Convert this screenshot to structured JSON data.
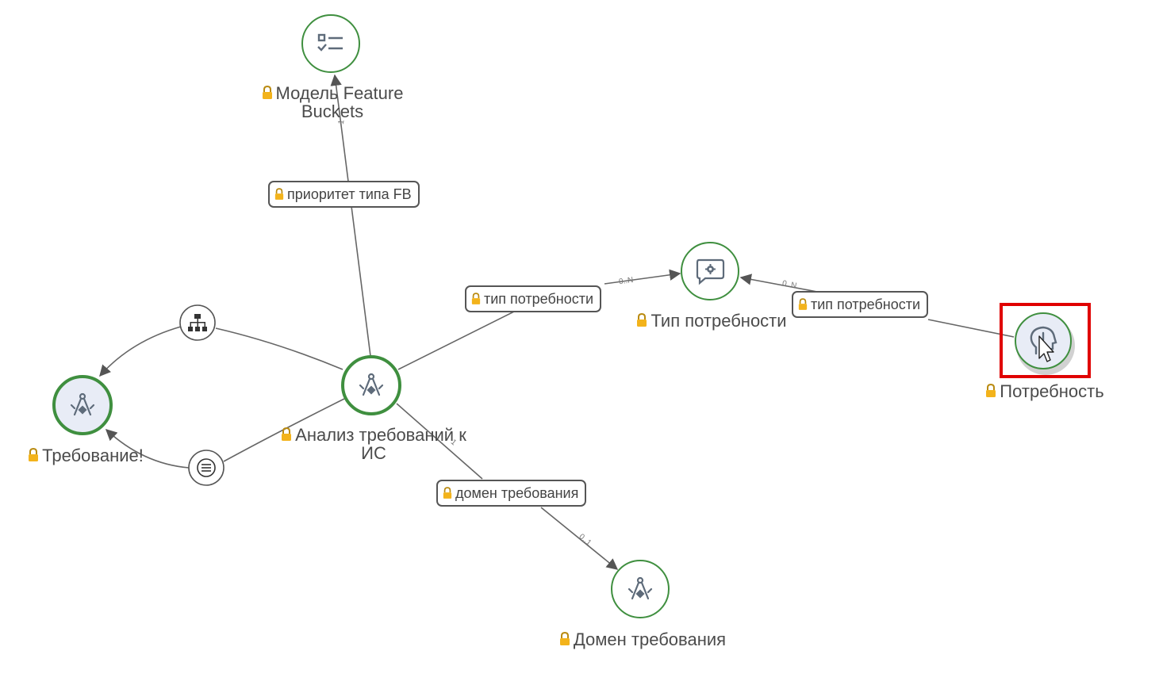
{
  "colors": {
    "node_border": "#3f8f3f",
    "node_fill": "#ffffff",
    "node_fill_selected": "#e8ecf6",
    "icon": "#5e6b7a",
    "edge": "#666666",
    "lock": "#f3b31b",
    "selection": "#e00000"
  },
  "nodes": {
    "model_fb": {
      "label_line1": "Модель Feature",
      "label_line2": "Buckets",
      "icon": "checklist-icon"
    },
    "analysis": {
      "label_line1": "Анализ требований к",
      "label_line2": "ИС",
      "icon": "compass-icon"
    },
    "requirement": {
      "label": "Требование!",
      "icon": "compass-icon"
    },
    "need_type": {
      "label": "Тип потребности",
      "icon": "chat-gear-icon"
    },
    "need": {
      "label": "Потребность",
      "icon": "head-icon"
    },
    "req_domain": {
      "label": "Домен требования",
      "icon": "compass-icon"
    },
    "hierarchy": {
      "icon": "hierarchy-icon"
    },
    "list": {
      "icon": "list-icon"
    }
  },
  "edges": {
    "priority_fb": {
      "label": "приоритет типа FB",
      "cardinality": "1"
    },
    "need_type_left": {
      "label": "тип потребности",
      "cardinality": "0..N"
    },
    "need_type_right": {
      "label": "тип потребности",
      "cardinality": "0..N"
    },
    "req_domain": {
      "label": "домен требования",
      "cardinality_start": "1",
      "cardinality_end": "0..1"
    }
  }
}
